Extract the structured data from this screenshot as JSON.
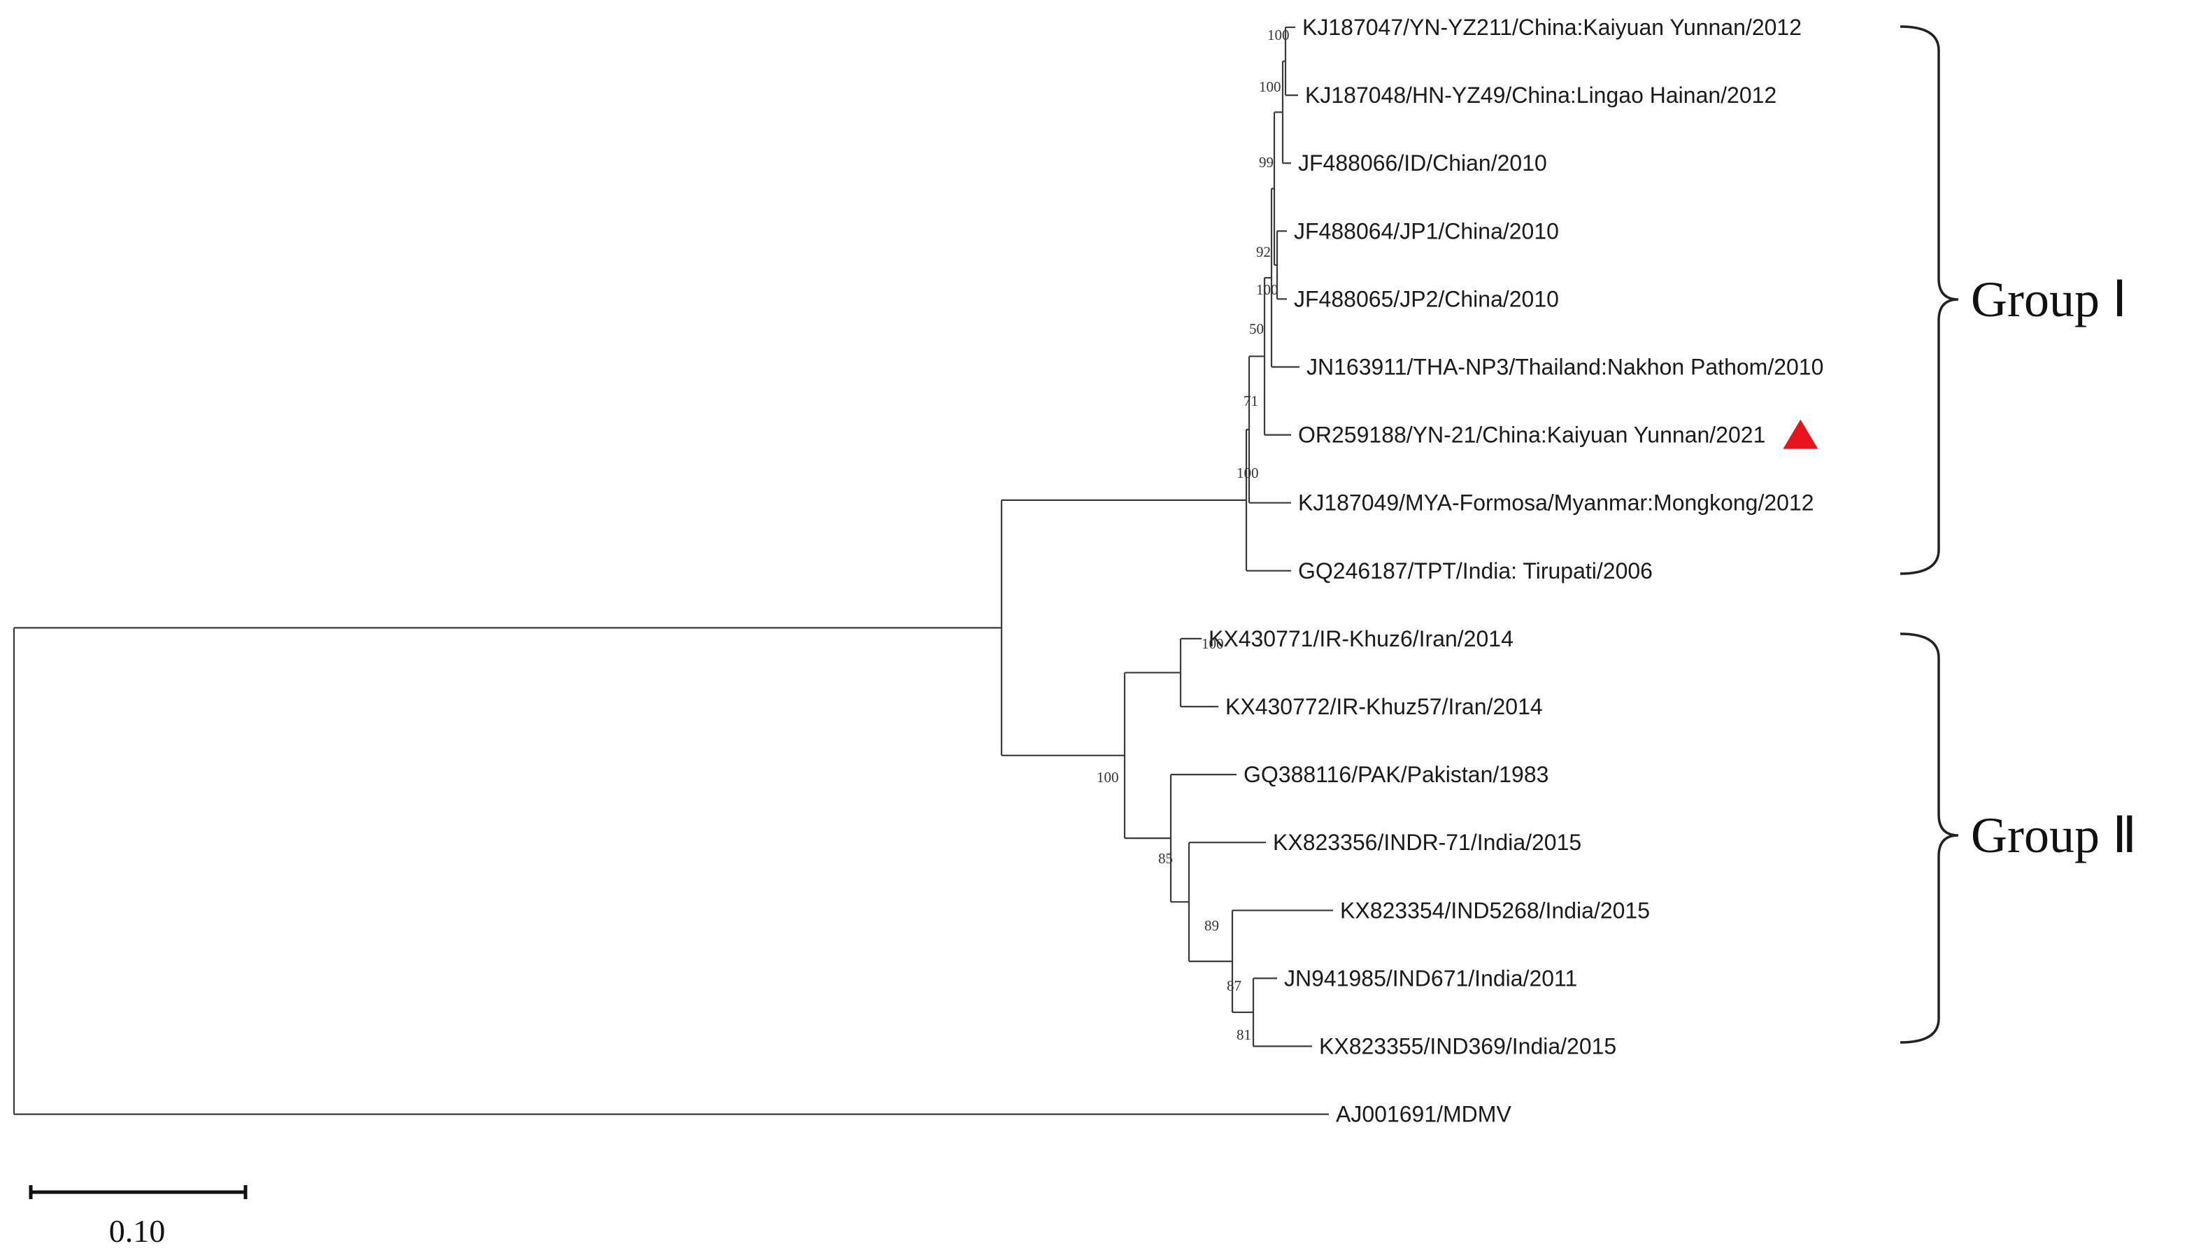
{
  "tree": {
    "leaves": [
      {
        "label": "KJ187047/YN-YZ211/China:Kaiyuan Yunnan/2012"
      },
      {
        "label": "KJ187048/HN-YZ49/China:Lingao Hainan/2012"
      },
      {
        "label": "JF488066/ID/Chian/2010"
      },
      {
        "label": "JF488064/JP1/China/2010"
      },
      {
        "label": "JF488065/JP2/China/2010"
      },
      {
        "label": "JN163911/THA-NP3/Thailand:Nakhon Pathom/2010"
      },
      {
        "label": "OR259188/YN-21/China:Kaiyuan Yunnan/2021",
        "marker": "red-triangle",
        "marker_color": "#e8141b"
      },
      {
        "label": "KJ187049/MYA-Formosa/Myanmar:Mongkong/2012"
      },
      {
        "label": "GQ246187/TPT/India: Tirupati/2006"
      },
      {
        "label": "KX430771/IR-Khuz6/Iran/2014"
      },
      {
        "label": "KX430772/IR-Khuz57/Iran/2014"
      },
      {
        "label": "GQ388116/PAK/Pakistan/1983"
      },
      {
        "label": "KX823356/INDR-71/India/2015"
      },
      {
        "label": "KX823354/IND5268/India/2015"
      },
      {
        "label": "JN941985/IND671/India/2011"
      },
      {
        "label": "KX823355/IND369/India/2015"
      },
      {
        "label": "AJ001691/MDMV"
      }
    ],
    "bootstrap_values": [
      "100",
      "100",
      "99",
      "92",
      "100",
      "50",
      "71",
      "100",
      "100",
      "100",
      "85",
      "89",
      "87",
      "81"
    ]
  },
  "groups": [
    {
      "label": "Group Ⅰ"
    },
    {
      "label": "Group Ⅱ"
    }
  ],
  "scale_bar": {
    "label": "0.10"
  },
  "colors": {
    "branch": "#3a3a3a",
    "marker": "#e8141b"
  }
}
